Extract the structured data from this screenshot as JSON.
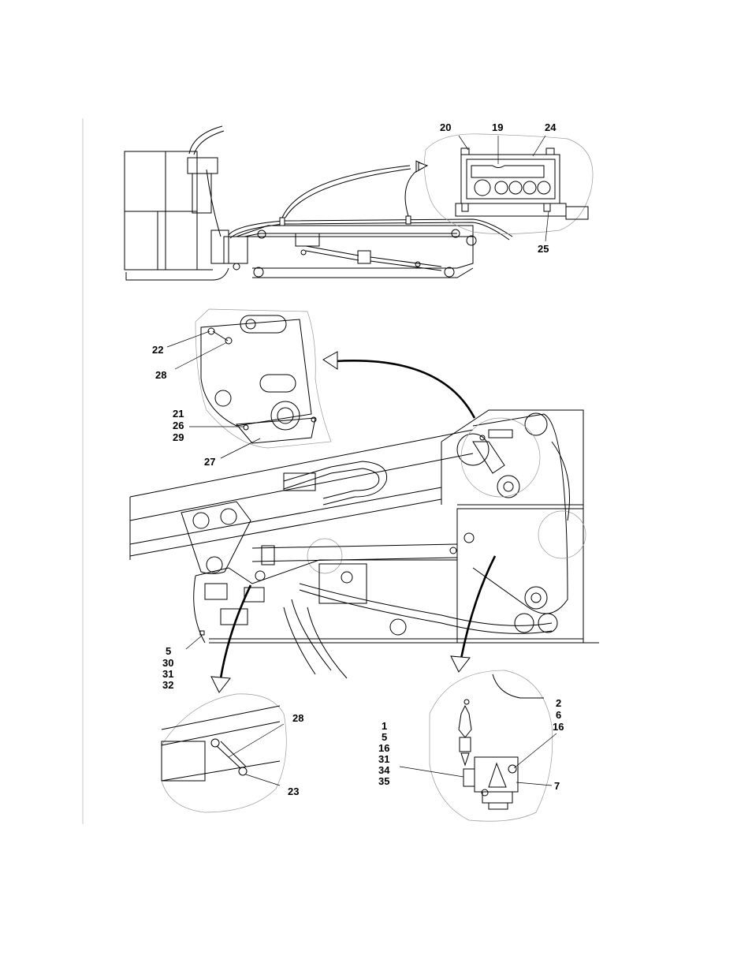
{
  "diagram": {
    "callouts": {
      "c20": "20",
      "c19": "19",
      "c24": "24",
      "c25": "25",
      "c22": "22",
      "c28a": "28",
      "c21": "21",
      "c26": "26",
      "c29": "29",
      "c27": "27",
      "c5a": "5",
      "c30": "30",
      "c31a": "31",
      "c32": "32",
      "c28b": "28",
      "c23": "23",
      "c1": "1",
      "c5b": "5",
      "c16a": "16",
      "c31b": "31",
      "c34": "34",
      "c35": "35",
      "c2": "2",
      "c6": "6",
      "c16b": "16",
      "c7": "7"
    }
  },
  "colors": {
    "line": "#000000",
    "background": "#ffffff",
    "frame": "#9a9a9a"
  }
}
